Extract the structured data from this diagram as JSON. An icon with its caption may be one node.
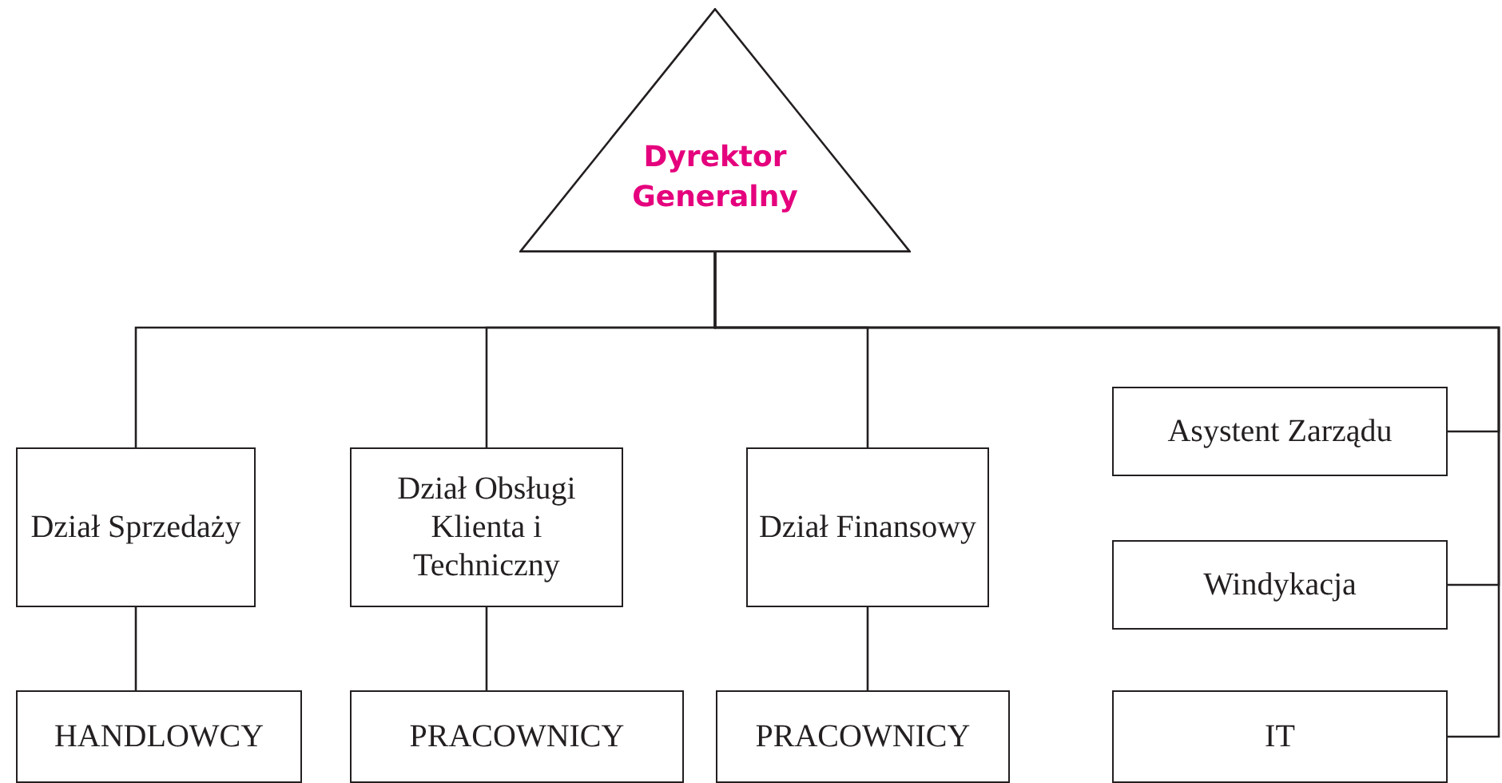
{
  "diagram": {
    "nodes": [
      {
        "text": [
          "Dyrektor Generalny"
        ]
      },
      {
        "text": [
          "Dział Sprzedaży"
        ]
      },
      {
        "text": [
          "Dział Obsługi Klienta i Techniczny"
        ]
      },
      {
        "text": [
          "Dział Finansowy"
        ]
      },
      {
        "text": [
          "Asystent Zarządu"
        ]
      },
      {
        "text": [
          "Windykacja"
        ]
      },
      {
        "text": [
          "IT"
        ]
      },
      {
        "text": [
          "HANDLOWCY"
        ]
      },
      {
        "text": [
          "PRACOWNICY"
        ]
      },
      {
        "text": [
          "PRACOWNICY"
        ]
      }
    ],
    "edges": [
      {
        "from": 0,
        "to": 1,
        "arrow": "none"
      },
      {
        "from": 0,
        "to": 2,
        "arrow": "none"
      },
      {
        "from": 0,
        "to": 3,
        "arrow": "none"
      },
      {
        "from": 0,
        "to": 4,
        "arrow": "none"
      },
      {
        "from": 0,
        "to": 5,
        "arrow": "none"
      },
      {
        "from": 0,
        "to": 6,
        "arrow": "none"
      },
      {
        "from": 1,
        "to": 7,
        "arrow": "none"
      },
      {
        "from": 2,
        "to": 8,
        "arrow": "none"
      },
      {
        "from": 3,
        "to": 9,
        "arrow": "none"
      }
    ]
  }
}
